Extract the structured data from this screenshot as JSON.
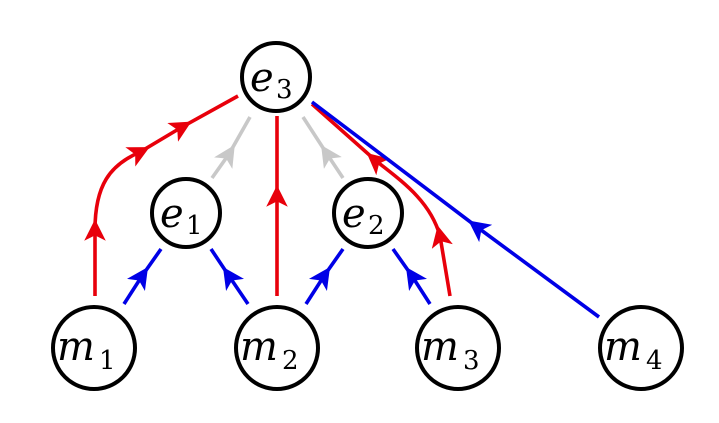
{
  "colors": {
    "red": "#e8000b",
    "blue": "#0000e6",
    "gray": "#c8c8c8",
    "node_stroke": "#000000"
  },
  "nodes": {
    "e3": {
      "base": "e",
      "sub": "3"
    },
    "e1": {
      "base": "e",
      "sub": "1"
    },
    "e2": {
      "base": "e",
      "sub": "2"
    },
    "m1": {
      "base": "m",
      "sub": "1"
    },
    "m2": {
      "base": "m",
      "sub": "2"
    },
    "m3": {
      "base": "m",
      "sub": "3"
    },
    "m4": {
      "base": "m",
      "sub": "4"
    }
  },
  "edges": [
    {
      "from": "m1",
      "to": "e3",
      "color": "red"
    },
    {
      "from": "m2",
      "to": "e3",
      "color": "red"
    },
    {
      "from": "m3",
      "to": "e3",
      "color": "red"
    },
    {
      "from": "m4",
      "to": "e3",
      "color": "blue"
    },
    {
      "from": "e1",
      "to": "e3",
      "color": "gray"
    },
    {
      "from": "e2",
      "to": "e3",
      "color": "gray"
    },
    {
      "from": "m1",
      "to": "e1",
      "color": "blue"
    },
    {
      "from": "m2",
      "to": "e1",
      "color": "blue"
    },
    {
      "from": "m2",
      "to": "e2",
      "color": "blue"
    },
    {
      "from": "m3",
      "to": "e2",
      "color": "blue"
    }
  ]
}
